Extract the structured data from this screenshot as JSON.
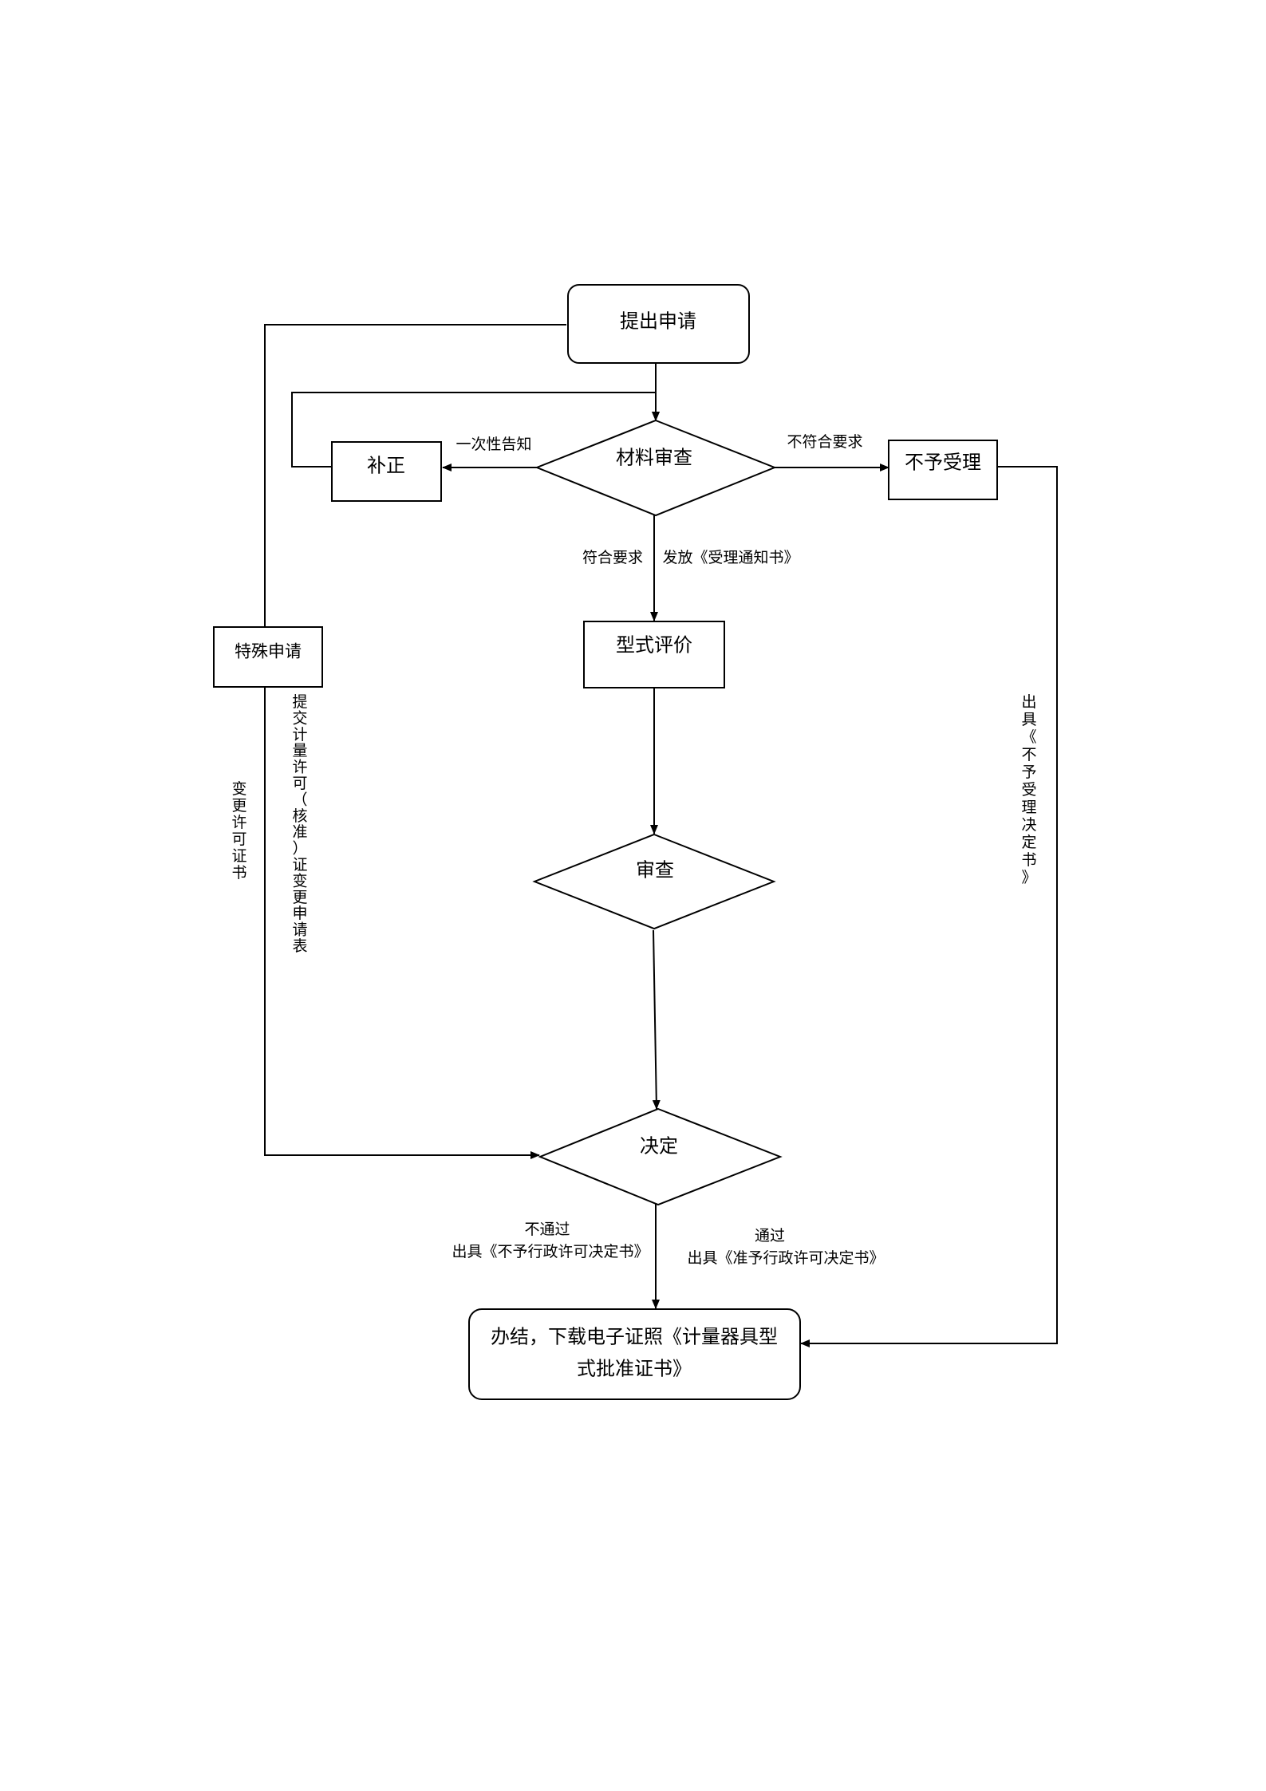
{
  "nodes": {
    "apply": "提出申请",
    "review_materials": "材料审查",
    "correction": "补正",
    "reject_accept": "不予受理",
    "type_evaluation": "型式评价",
    "special_apply": "特殊申请",
    "examine": "审查",
    "decide": "决定",
    "finish_line1": "办结，下载电子证照《计量器具型",
    "finish_line2": "式批准证书》"
  },
  "labels": {
    "notify_once": "一次性告知",
    "not_meet": "不符合要求",
    "meet": "符合要求",
    "issue_notice": "发放《受理通知书》",
    "issue_reject_decision": "出具《不予受理决定书》",
    "submit_change_form": "提交计量许可（核准）证变更申请表",
    "change_license": "变更许可证书",
    "not_pass": "不通过",
    "issue_not_grant": "出具《不予行政许可决定书》",
    "pass": "通过",
    "issue_grant": "出具《准予行政许可决定书》"
  }
}
